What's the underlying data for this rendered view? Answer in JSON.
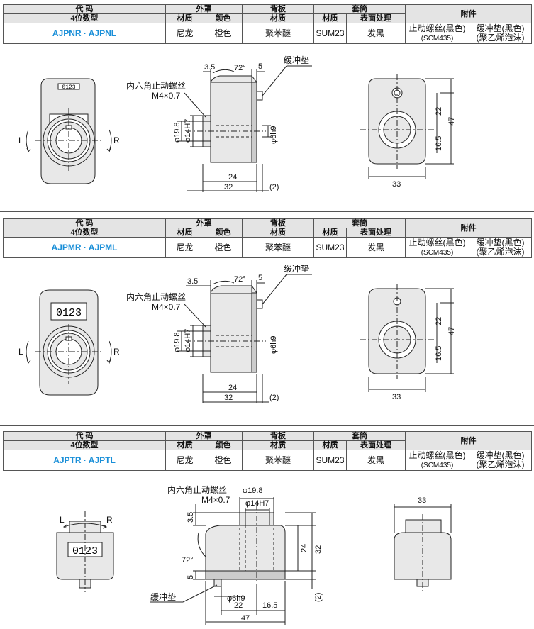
{
  "table_header": {
    "code": "代 码",
    "model_type": "4位数型",
    "cover": "外罩",
    "cover_material": "材质",
    "cover_color": "颜色",
    "backplate": "背板",
    "backplate_material": "材质",
    "sleeve": "套筒",
    "sleeve_material": "材质",
    "sleeve_surface": "表面处理",
    "accessories": "附件"
  },
  "rows": [
    {
      "code": "AJPNR · AJPNL",
      "cover_material": "尼龙",
      "cover_color": "橙色",
      "backplate_material": "聚苯醚",
      "sleeve_material": "SUM23",
      "sleeve_surface": "发黑",
      "acc1_line1": "止动螺丝(黑色)",
      "acc1_line2": "(SCM435)",
      "acc2_line1": "缓冲垫(黑色)",
      "acc2_line2": "(聚乙烯泡沫)"
    },
    {
      "code": "AJPMR · AJPML",
      "cover_material": "尼龙",
      "cover_color": "橙色",
      "backplate_material": "聚苯醚",
      "sleeve_material": "SUM23",
      "sleeve_surface": "发黑",
      "acc1_line1": "止动螺丝(黑色)",
      "acc1_line2": "(SCM435)",
      "acc2_line1": "缓冲垫(黑色)",
      "acc2_line2": "(聚乙烯泡沫)"
    },
    {
      "code": "AJPTR · AJPTL",
      "cover_material": "尼龙",
      "cover_color": "橙色",
      "backplate_material": "聚苯醚",
      "sleeve_material": "SUM23",
      "sleeve_surface": "发黑",
      "acc1_line1": "止动螺丝(黑色)",
      "acc1_line2": "(SCM435)",
      "acc2_line1": "缓冲垫(黑色)",
      "acc2_line2": "(聚乙烯泡沫)"
    }
  ],
  "drawing": {
    "counter": "0123",
    "dir_left": "L",
    "dir_right": "R",
    "angle": "72°",
    "cushion": "缓冲垫",
    "screw_line1": "内六角止动螺丝",
    "screw_line2": "M4×0.7",
    "d_198": "φ19.8",
    "d_14": "φ14H7",
    "d_6": "φ6h9",
    "dim_35": "3.5",
    "dim_5": "5",
    "dim_24": "24",
    "dim_32": "32",
    "dim_2": "(2)",
    "dim_22": "22",
    "dim_47": "47",
    "dim_165": "16.5",
    "dim_33": "33"
  },
  "colors": {
    "code_text": "#1a8fd8",
    "header_bg": "#e4e4e4",
    "body_fill": "#e8e8e8"
  }
}
